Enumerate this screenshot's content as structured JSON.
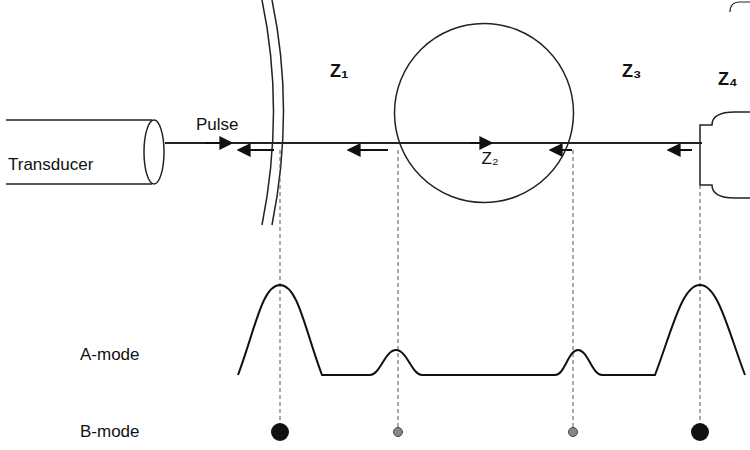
{
  "diagram": {
    "nodes": [
      {
        "text": [
          "Transducer"
        ]
      },
      {
        "text": [
          "Z₂"
        ]
      }
    ],
    "labels": [
      "Pulse",
      "Z₁",
      "Z₃",
      "Z₄",
      "A-mode",
      "B-mode"
    ]
  }
}
